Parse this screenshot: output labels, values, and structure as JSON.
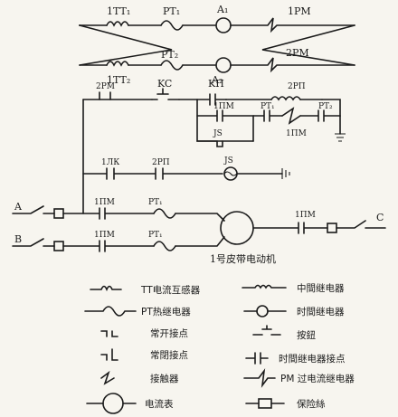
{
  "top": {
    "tt1": "1TT₁",
    "pt1": "PT₁",
    "a1": "A₁",
    "pm1": "1PM",
    "tt2": "1TT₂",
    "pt2": "PT₂",
    "a2": "A₂",
    "pm2": "2PM"
  },
  "control": {
    "pm2": "2PM",
    "kc": "KC",
    "kp": "KП",
    "pp2": "2PП",
    "pm1_box": "1ПМ",
    "pt1": "PT₁",
    "pt2": "PT₂",
    "js_box": "JS",
    "pm1_coil": "1ПМ",
    "lk1": "1ЛК",
    "pp2b": "2PП",
    "js": "JS"
  },
  "power": {
    "phase_a": "A",
    "phase_b": "B",
    "phase_c": "C",
    "pm1_a": "1ПМ",
    "pt1_a": "PT₁",
    "pm1_b": "1ПМ",
    "pt1_b": "PT₁",
    "pm1_c": "1ПМ",
    "motor_label": "1号皮带电动机"
  },
  "legend": {
    "tt": "TT电流互感器",
    "mid_relay": "中間继电器",
    "pt": "PT热继电器",
    "time_relay": "时間继电器",
    "no": "常开接点",
    "button": "按鈕",
    "nc": "常閉接点",
    "time_contact": "时間继电器接点",
    "contactor": "接触器",
    "pm": "PM 过电流继电器",
    "ammeter": "电流表",
    "fuse": "保险絲"
  }
}
